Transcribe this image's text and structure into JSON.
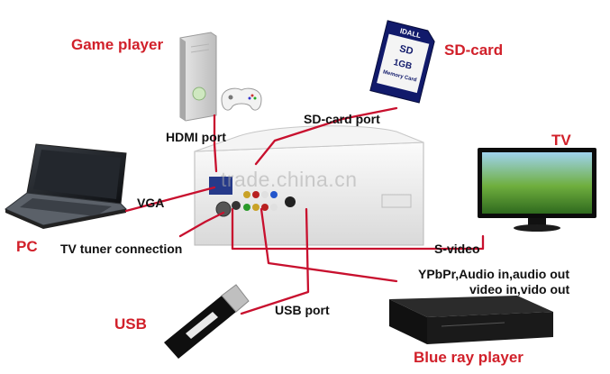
{
  "devices": {
    "game_player": "Game player",
    "sd_card": "SD-card",
    "tv": "TV",
    "pc": "PC",
    "usb": "USB",
    "blu_ray": "Blue ray player"
  },
  "ports": {
    "hdmi": "HDMI port",
    "sd_port": "SD-card port",
    "vga": "VGA",
    "tv_tuner": "TV tuner connection",
    "s_video": "S-video",
    "ypbpr_line1": "YPbPr,Audio in,audio out",
    "ypbpr_line2": "video in,vido out",
    "usb_port": "USB port"
  },
  "card": {
    "brand": "IDALL",
    "logo": "SD",
    "capacity": "1GB",
    "text": "Memory Card"
  },
  "watermark": "trade.china.cn",
  "colors": {
    "label_red": "#d1202a",
    "cable_red": "#c8102e",
    "label_dark": "#111111"
  }
}
